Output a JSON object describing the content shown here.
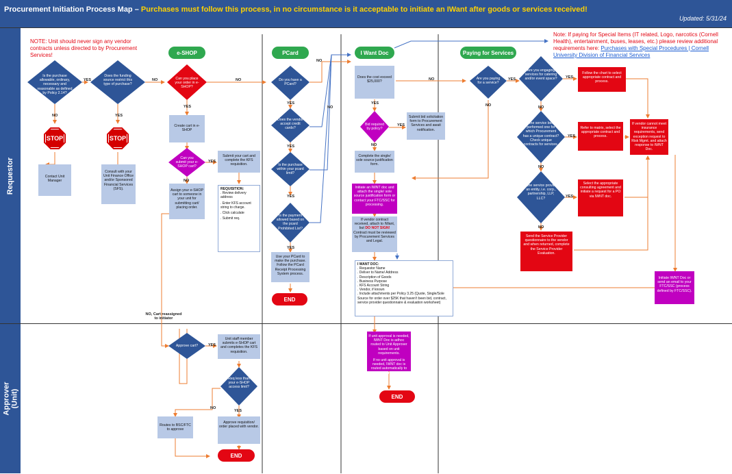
{
  "header": {
    "title": "Procurement Initiation Process Map – ",
    "subtitle": "Purchases must follow this process, in no circumstance is it acceptable to initiate an IWant after goods or services received!",
    "updated": "Updated:  5/31/24"
  },
  "lanes": {
    "requestor": "Requestor",
    "approver": "Approver (Unit)"
  },
  "notes": {
    "left": "NOTE:  Unit should never sign any vendor contracts unless directed to by Procurement Services!",
    "right_text": "Note:  If paying for Special Items (IT related, Logo, narcotics (Cornell Health), entertainment, buses, leases, etc.) please review additional requirements here: ",
    "right_link": "Purchases with Special Procedures | Cornell University Division of Financial Services"
  },
  "headers": {
    "eshop": "e-SHOP",
    "pcard": "PCard",
    "iwant": "I Want Doc",
    "services": "Paying for Services"
  },
  "labels": {
    "yes": "YES",
    "no": "NO",
    "no_reassigned": "NO, Cart reassigned to initiator"
  },
  "shapes": {
    "d_allowable": "Is the purchase allowable, ordinary, necessary and reasonable as defined by Policy 2.14?",
    "d_funding": "Does the funding source restrict this type of purchase?",
    "stop1": "STOP",
    "stop2": "STOP",
    "b_contact": "Contact Unit Manager",
    "b_consult": "Consult with your Unit Finance Office and/or Sponsored Financial Services (SFS).",
    "d_eshop_place": "Can you place your order in e-SHOP?",
    "b_create_cart": "Create cart in e-SHOP",
    "d_submit_cart": "Can you submit your e-SHOP cart?",
    "b_submit_cart": "Submit your cart and complete the KFS requisition.",
    "b_assign_cart": "Assign your e-SHOP cart to someone in your unit for submitting cart/ placing order.",
    "req_title": "REQUISITION:",
    "req_items": [
      ". Review delivery address",
      ". Enter KFS account string to charge.",
      ". Click calculate",
      ". Submit req."
    ],
    "d_have_pcard": "Do you have a PCard?",
    "d_vendor_cards": "Does the vendor accept credit cards?",
    "d_pcard_limit": "Is the purchase within your pcard limit?",
    "d_prohibited": "Is the payment allowed based on the pcard Prohibited List?",
    "b_use_pcard": "Use your PCard to make the purchase. Follow the PCard Receipt Processing System process.",
    "end1": "END",
    "d_exceed": "Does the cost exceed $25,000?",
    "d_bid": "Bid required by policy?",
    "b_submit_bid": "Submit bid solicitation form to Procurement Services and await notification.",
    "b_single_source": "Complete the single/ sole source justification form.",
    "b_initiate_iwant": "Initiate an IWNT doc and attach the single/ sole source justification form or contact your FTC/SSC for processing.",
    "b_vendor_contract_pre": "If vendor contract received, attach to IWant, but ",
    "b_vendor_contract_red": "DO NOT SIGN!",
    "b_vendor_contract_post": " Contract must be reviewed by Procurement Services and Legal.",
    "iwant_title": "I WANT DOC:",
    "iwant_items": [
      ". Requestor Name",
      ". Deliver to Name/ Address",
      ". Description of Goods",
      ". Business Purpose",
      ". KFS Account String",
      ". Vendor, if known",
      ". Include attachments per Policy 3.25 (Quote, Single/Sole Source for order over $25K that haven't been bid, contract, service provider questionnaire & evaluation worksheet)"
    ],
    "d_paying_service": "Are you paying for a service?",
    "d_catering": "Are you engaging services for catering and/or event space?",
    "b_follow_chart": "Follow the chart to select appropriate contract and process.",
    "d_unique_contract": "Is the service being performed one for which Procurement has a unique contract? Check unique contracts for services.",
    "b_refer_matrix": "Refer to matrix, select the appropriate contract and process.",
    "b_insurance": "If vendor cannot meet insurance requirements, send exception request to Risk Mgmt. and attach response to IWNT Doc.",
    "d_entity": "Is the service provider an entity, i.e. corp., partnership, LLP, LLC?",
    "b_consulting": "Select the appropriate consulting agreement and initiate a request for a PO via IWNT doc.",
    "b_questionnaire": "Send the Service Provider questionnaire to the vendor and when returned, complete the Service Provider Evaluation.",
    "b_initiate_ftc": "Initiate IWNT Doc or send an email to your FTC/SSC (process defined by FTC/SSC).",
    "d_approve_cart": "Approve cart?",
    "b_unit_staff": "Unit staff member submits e-SHOP cart and completes the KFS requisition.",
    "d_req_less": "Req less than your e-SHOP access limit?",
    "b_routes": "Routes to BSC/FTC to approve",
    "b_approve_req": "Approve requisition/ order placed with vendor.",
    "end_eshop": "END",
    "b_unit_approval_1": "If unit approval is needed, IWNT Doc is adhoc routed to Unit Approver based on unit requirements.",
    "b_unit_approval_2": "If no unit approval is needed, IWNT doc is routed automatically to FTC/SSC for processing.",
    "end_iwant": "END"
  },
  "colors": {
    "header_blue": "#2e5597",
    "diamond_blue": "#2e5597",
    "box_blue": "#b8c9e6",
    "red": "#e30613",
    "magenta": "#c000c0",
    "green": "#2fa84f",
    "arrow_orange": "#ed7d31",
    "arrow_blue": "#4472c4"
  }
}
